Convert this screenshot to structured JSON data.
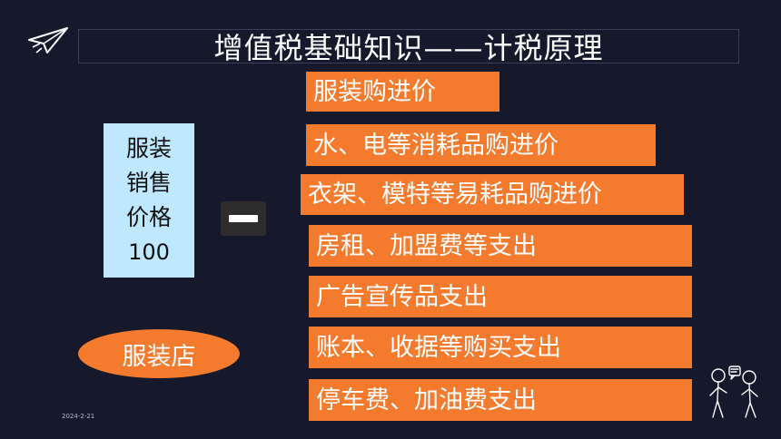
{
  "slide": {
    "title": "增值税基础知识——计税原理",
    "date": "2024-2-21"
  },
  "price_box": {
    "lines": [
      "服装",
      "销售",
      "价格"
    ],
    "value": "100"
  },
  "operator": "minus",
  "shop_label": "服装店",
  "costs": [
    "服装购进价",
    "水、电等消耗品购进价",
    "衣架、模特等易耗品购进价",
    "房租、加盟费等支出",
    "广告宣传品支出",
    "账本、收据等购买支出",
    "停车费、加油费支出"
  ],
  "colors": {
    "background": "#15192b",
    "accent_orange": "#f47a2e",
    "price_box_bg": "#bfe8ff"
  },
  "icons": [
    "paper-plane-icon",
    "minus-icon",
    "people-talking-icon"
  ]
}
